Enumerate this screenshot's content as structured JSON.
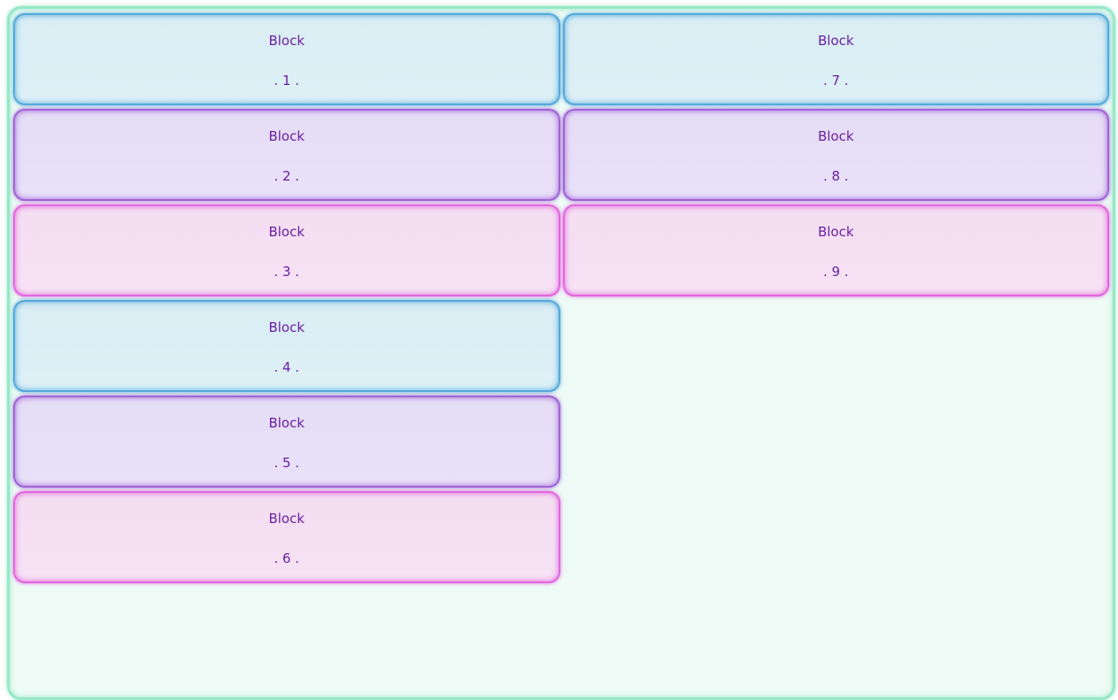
{
  "page": {
    "background": "#ffffff"
  },
  "container": {
    "background": "#edfaf5",
    "border_color": "#97e8c8"
  },
  "palette": {
    "blue": {
      "bg": "#d9edf4",
      "bg2": "#ddf0f6",
      "border": "#55a9db"
    },
    "purple": {
      "bg": "#e5ddf6",
      "bg2": "#e8e1f8",
      "border": "#a164d6"
    },
    "pink": {
      "bg": "#f4def2",
      "bg2": "#f6e2f4",
      "border": "#e267de"
    },
    "text": "#6a1fa2"
  },
  "columns": [
    {
      "name": "left",
      "blocks": [
        {
          "title": "Block",
          "label": ". 1 .",
          "variant": "blue"
        },
        {
          "title": "Block",
          "label": ". 2 .",
          "variant": "purple"
        },
        {
          "title": "Block",
          "label": ". 3 .",
          "variant": "pink"
        },
        {
          "title": "Block",
          "label": ". 4 .",
          "variant": "blue"
        },
        {
          "title": "Block",
          "label": ". 5 .",
          "variant": "purple"
        },
        {
          "title": "Block",
          "label": ". 6 .",
          "variant": "pink"
        }
      ]
    },
    {
      "name": "right",
      "blocks": [
        {
          "title": "Block",
          "label": ". 7 .",
          "variant": "blue"
        },
        {
          "title": "Block",
          "label": ". 8 .",
          "variant": "purple"
        },
        {
          "title": "Block",
          "label": ". 9 .",
          "variant": "pink"
        }
      ]
    }
  ]
}
